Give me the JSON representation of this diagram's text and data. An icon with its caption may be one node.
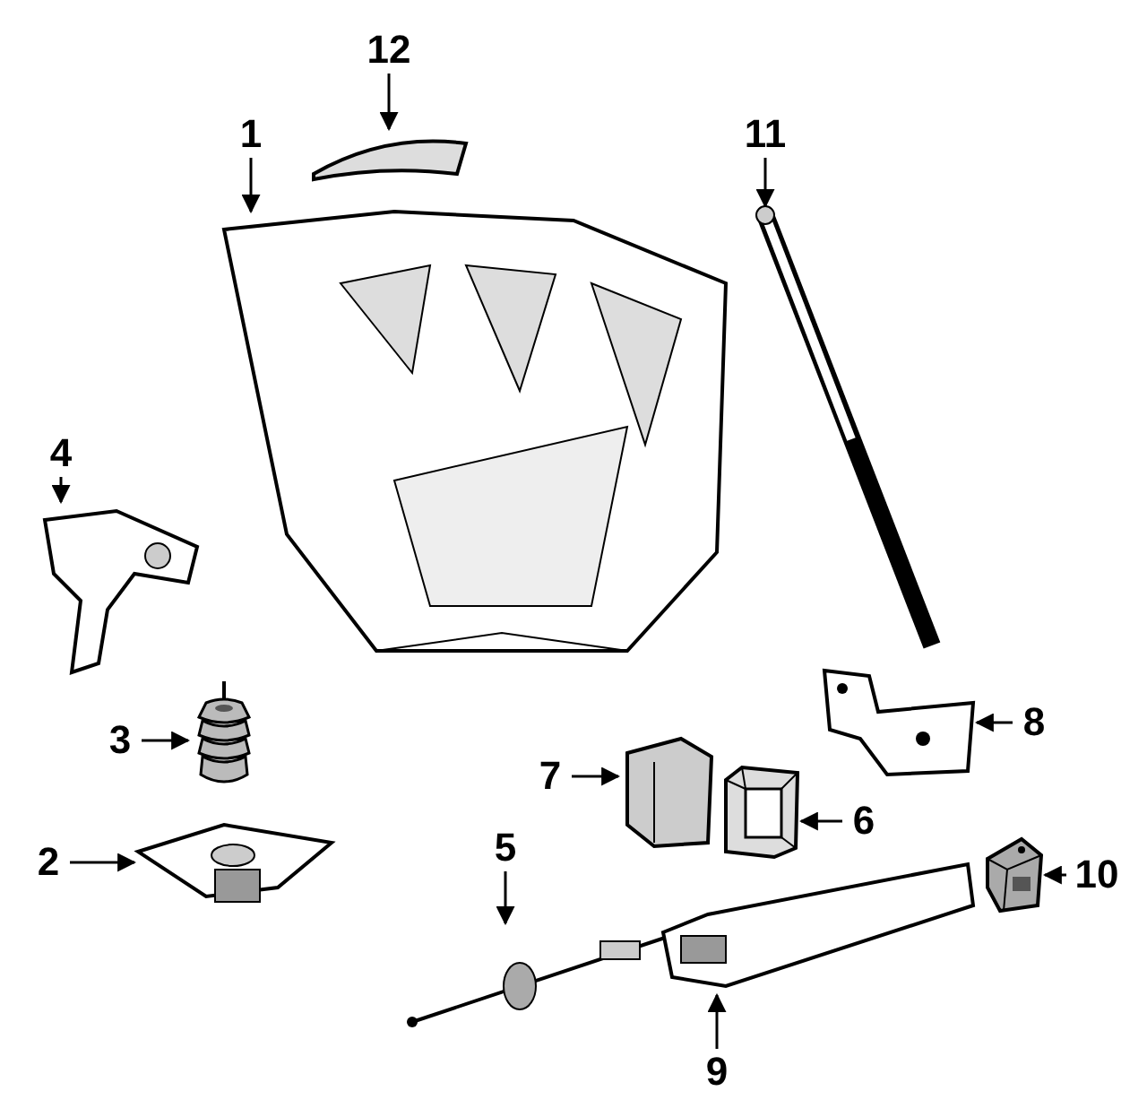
{
  "diagram": {
    "nodes": [
      {
        "text": [
          "1"
        ]
      },
      {
        "text": [
          "2"
        ]
      },
      {
        "text": [
          "3"
        ]
      },
      {
        "text": [
          "4"
        ]
      },
      {
        "text": [
          "5"
        ]
      },
      {
        "text": [
          "6"
        ]
      },
      {
        "text": [
          "7"
        ]
      },
      {
        "text": [
          "8"
        ]
      },
      {
        "text": [
          "9"
        ]
      },
      {
        "text": [
          "10"
        ]
      },
      {
        "text": [
          "11"
        ]
      },
      {
        "text": [
          "12"
        ]
      },
      {
        "text": [],
        "shape": "picture"
      },
      {
        "text": [],
        "shape": "picture"
      },
      {
        "text": [],
        "shape": "picture"
      },
      {
        "text": [],
        "shape": "picture"
      },
      {
        "text": [],
        "shape": "picture"
      },
      {
        "text": [],
        "shape": "picture"
      },
      {
        "text": [],
        "shape": "picture"
      },
      {
        "text": [],
        "shape": "picture"
      },
      {
        "text": [],
        "shape": "picture"
      },
      {
        "text": [],
        "shape": "picture"
      },
      {
        "text": [],
        "shape": "picture"
      },
      {
        "text": [],
        "shape": "picture"
      }
    ],
    "edges": [
      {
        "from": 0,
        "to": 12,
        "arrow": "to"
      },
      {
        "from": 1,
        "to": 13,
        "arrow": "to"
      },
      {
        "from": 2,
        "to": 14,
        "arrow": "to"
      },
      {
        "from": 3,
        "to": 15,
        "arrow": "to"
      },
      {
        "from": 4,
        "to": 16,
        "arrow": "to"
      },
      {
        "from": 5,
        "to": 17,
        "arrow": "to"
      },
      {
        "from": 6,
        "to": 18,
        "arrow": "to"
      },
      {
        "from": 7,
        "to": 19,
        "arrow": "to"
      },
      {
        "from": 8,
        "to": 20,
        "arrow": "to"
      },
      {
        "from": 9,
        "to": 21,
        "arrow": "to"
      },
      {
        "from": 10,
        "to": 22,
        "arrow": "to"
      },
      {
        "from": 11,
        "to": 23,
        "arrow": "to"
      }
    ]
  }
}
